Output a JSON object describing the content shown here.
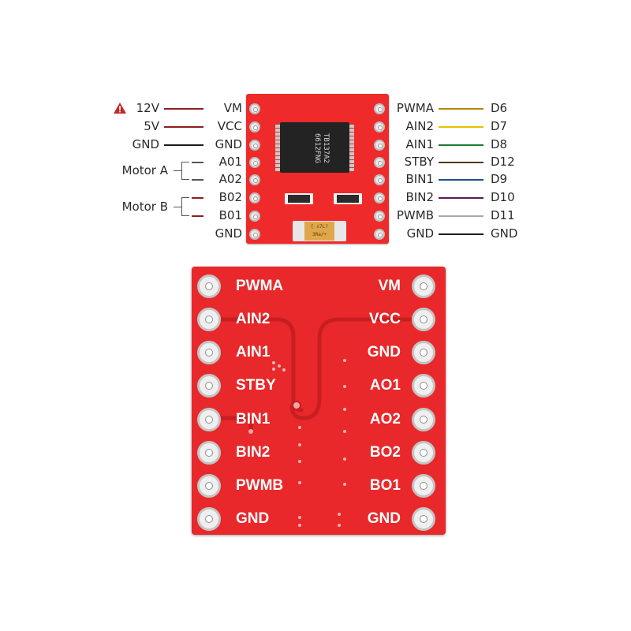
{
  "colors": {
    "board_red": "#e8282a",
    "warning_red": "#c0282a"
  },
  "small_board": {
    "chip_marking": [
      "TB137A2",
      "6612FNG"
    ],
    "capacitor_marking": [
      "[ x7L?",
      "3Ra/+"
    ]
  },
  "left_rows": [
    {
      "source": "12V",
      "pin": "VM",
      "wire_color": "#8b2020",
      "warning": true
    },
    {
      "source": "5V",
      "pin": "VCC",
      "wire_color": "#8b2020",
      "warning": false
    },
    {
      "source": "GND",
      "pin": "GND",
      "wire_color": "#1c1c1c",
      "warning": false
    },
    {
      "source": "",
      "pin": "A01",
      "wire_color": "#555555",
      "warning": false
    },
    {
      "source": "",
      "pin": "A02",
      "wire_color": "#555555",
      "warning": false
    },
    {
      "source": "",
      "pin": "B02",
      "wire_color": "#8b2020",
      "warning": false
    },
    {
      "source": "",
      "pin": "B01",
      "wire_color": "#8b2020",
      "warning": false
    },
    {
      "source": "",
      "pin": "GND",
      "wire_color": "",
      "warning": false
    }
  ],
  "motors": [
    {
      "label": "Motor A"
    },
    {
      "label": "Motor B"
    }
  ],
  "right_rows": [
    {
      "pin": "PWMA",
      "arduino": "D6",
      "wire_color": "#b8860b"
    },
    {
      "pin": "AIN2",
      "arduino": "D7",
      "wire_color": "#e6c200"
    },
    {
      "pin": "AIN1",
      "arduino": "D8",
      "wire_color": "#1f7a2e"
    },
    {
      "pin": "STBY",
      "arduino": "D12",
      "wire_color": "#4a3a1a"
    },
    {
      "pin": "BIN1",
      "arduino": "D9",
      "wire_color": "#1e4f8c"
    },
    {
      "pin": "BIN2",
      "arduino": "D10",
      "wire_color": "#5a1a5a"
    },
    {
      "pin": "PWMB",
      "arduino": "D11",
      "wire_color": "#a9a9a9"
    },
    {
      "pin": "GND",
      "arduino": "GND",
      "wire_color": "#1c1c1c"
    }
  ],
  "big_board": {
    "left_pins": [
      "PWMA",
      "AIN2",
      "AIN1",
      "STBY",
      "BIN1",
      "BIN2",
      "PWMB",
      "GND"
    ],
    "right_pins": [
      "VM",
      "VCC",
      "GND",
      "AO1",
      "AO2",
      "BO2",
      "BO1",
      "GND"
    ]
  }
}
